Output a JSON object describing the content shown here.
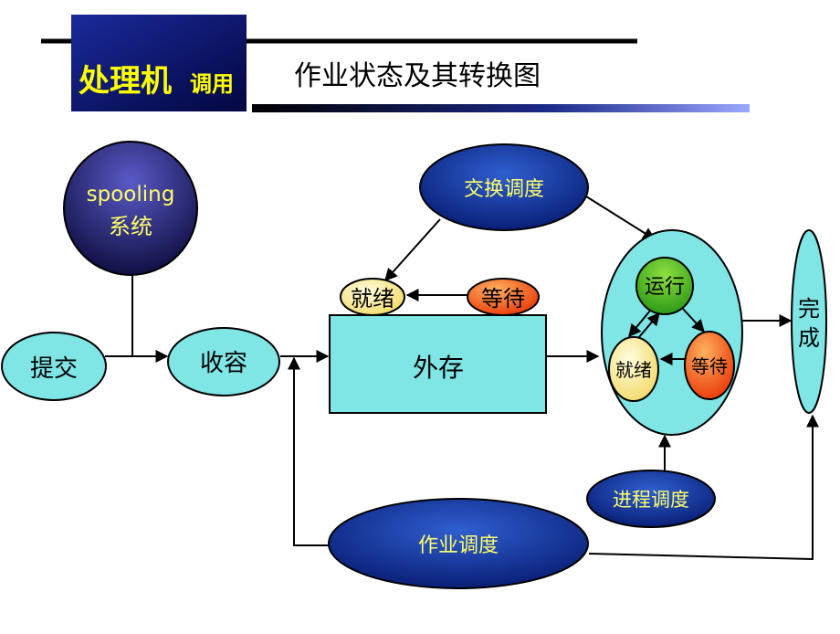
{
  "header": {
    "badge_title": "处理机",
    "badge_subtitle": "调用",
    "page_title": "作业状态及其转换图"
  },
  "nodes": {
    "spooling_line1": "spooling",
    "spooling_line2": "系统",
    "submit": "提交",
    "accept": "收容",
    "external_storage": "外存",
    "swap_scheduling": "交换调度",
    "outer_ready": "就绪",
    "outer_wait": "等待",
    "running": "运行",
    "inner_ready": "就绪",
    "inner_wait": "等待",
    "complete_char1": "完",
    "complete_char2": "成",
    "process_scheduling": "进程调度",
    "job_scheduling": "作业调度"
  },
  "colors": {
    "header_badge": "#050a60",
    "header_badge_text": "#ffff00",
    "dark_blue_node": "#0a2c8c",
    "cyan_node": "#7fe5e5",
    "ready_node": "#fff3a0",
    "wait_node": "#ff5a10",
    "running_node": "#3bbf1a"
  }
}
